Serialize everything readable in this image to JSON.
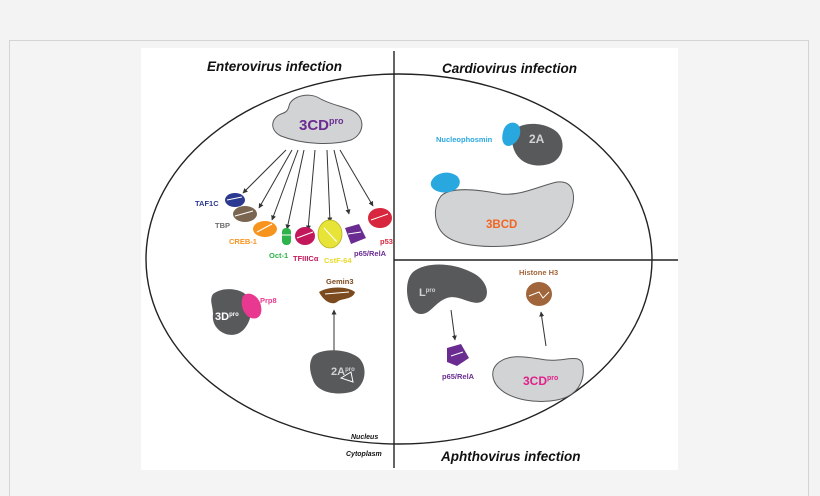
{
  "titles": {
    "enterovirus": "Enterovirus infection",
    "cardiovirus": "Cardiovirus infection",
    "aphthovirus": "Aphthovirus infection"
  },
  "compartments": {
    "nucleus": "Nucleus",
    "cytoplasm": "Cytoplasm"
  },
  "enterovirus": {
    "protease_3cd": {
      "name": "3CD",
      "sup": "pro"
    },
    "targets": [
      {
        "label": "TAF1C",
        "color": "#2b3990"
      },
      {
        "label": "TBP",
        "color": "#8b6a4a"
      },
      {
        "label": "CREB-1",
        "color": "#f7941d"
      },
      {
        "label": "Oct-1",
        "color": "#2db34a"
      },
      {
        "label": "TFIIICα",
        "color": "#c2185b"
      },
      {
        "label": "CstF-64",
        "color": "#e8e337"
      },
      {
        "label": "p65/RelA",
        "color": "#6a2c91"
      },
      {
        "label": "p53",
        "color": "#d7263d"
      }
    ],
    "protease_3d": {
      "name": "3D",
      "sup": "pro",
      "partner": "Prp8",
      "partner_color": "#e8388f"
    },
    "protease_2a": {
      "name": "2A",
      "sup": "pro",
      "target": "Gemin3",
      "target_color": "#7b4a1e"
    }
  },
  "cardiovirus": {
    "nucleophosmin": {
      "label": "Nucleophosmin",
      "color": "#29a8e0"
    },
    "protein_2a": "2A",
    "protein_3bcd": "3BCD"
  },
  "aphthovirus": {
    "lpro": {
      "name": "L",
      "sup": "pro",
      "target": "p65/RelA",
      "target_color": "#6a2c91"
    },
    "protease_3cd": {
      "name": "3CD",
      "sup": "pro",
      "target": "Histone H3",
      "target_color": "#a0653a"
    }
  },
  "colors": {
    "protein_dark": "#58595b",
    "protein_light": "#d1d3d4",
    "label_3cd": "#6a2c91",
    "label_3bcd": "#f26522",
    "label_3cd_aphtho": "#e0218a",
    "label_p53": "#d7263d",
    "label_creb": "#f7941d",
    "label_oct": "#2db34a",
    "label_tfiii": "#c2185b",
    "label_cstf": "#e8d92a",
    "label_taf": "#2b3990",
    "label_tbp": "#6d6e71",
    "label_gemin": "#7b4a1e",
    "label_histone": "#a0653a"
  }
}
